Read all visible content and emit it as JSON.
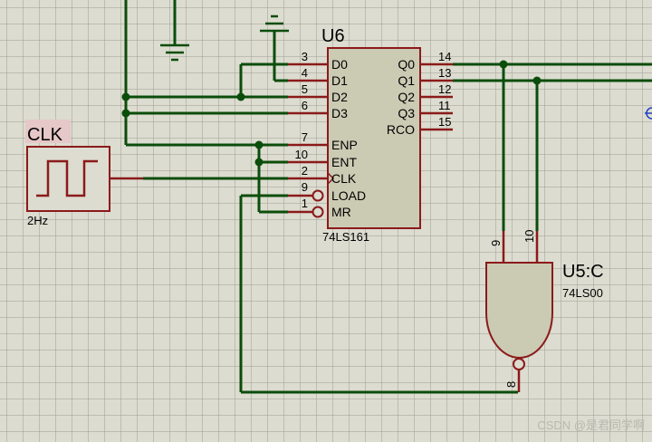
{
  "schematic": {
    "counter": {
      "ref": "U6",
      "part": "74LS161",
      "left_pins": [
        {
          "num": "3",
          "name": "D0"
        },
        {
          "num": "4",
          "name": "D1"
        },
        {
          "num": "5",
          "name": "D2"
        },
        {
          "num": "6",
          "name": "D3"
        },
        {
          "num": "7",
          "name": "ENP"
        },
        {
          "num": "10",
          "name": "ENT"
        },
        {
          "num": "2",
          "name": "CLK"
        },
        {
          "num": "9",
          "name": "LOAD"
        },
        {
          "num": "1",
          "name": "MR"
        }
      ],
      "right_pins": [
        {
          "num": "14",
          "name": "Q0"
        },
        {
          "num": "13",
          "name": "Q1"
        },
        {
          "num": "12",
          "name": "Q2"
        },
        {
          "num": "11",
          "name": "Q3"
        },
        {
          "num": "15",
          "name": "RCO"
        }
      ]
    },
    "clock": {
      "ref": "CLK",
      "frequency": "2Hz"
    },
    "gate": {
      "ref": "U5:C",
      "part": "74LS00",
      "in_pins": [
        "9",
        "10"
      ],
      "out_pin": "8"
    },
    "watermark": "CSDN @是君同学啊",
    "colors": {
      "wire": "#0b4d0b",
      "pin": "#8b1a1a",
      "body_fill": "#cbcbb4",
      "grid": "#dcdcd0"
    }
  }
}
